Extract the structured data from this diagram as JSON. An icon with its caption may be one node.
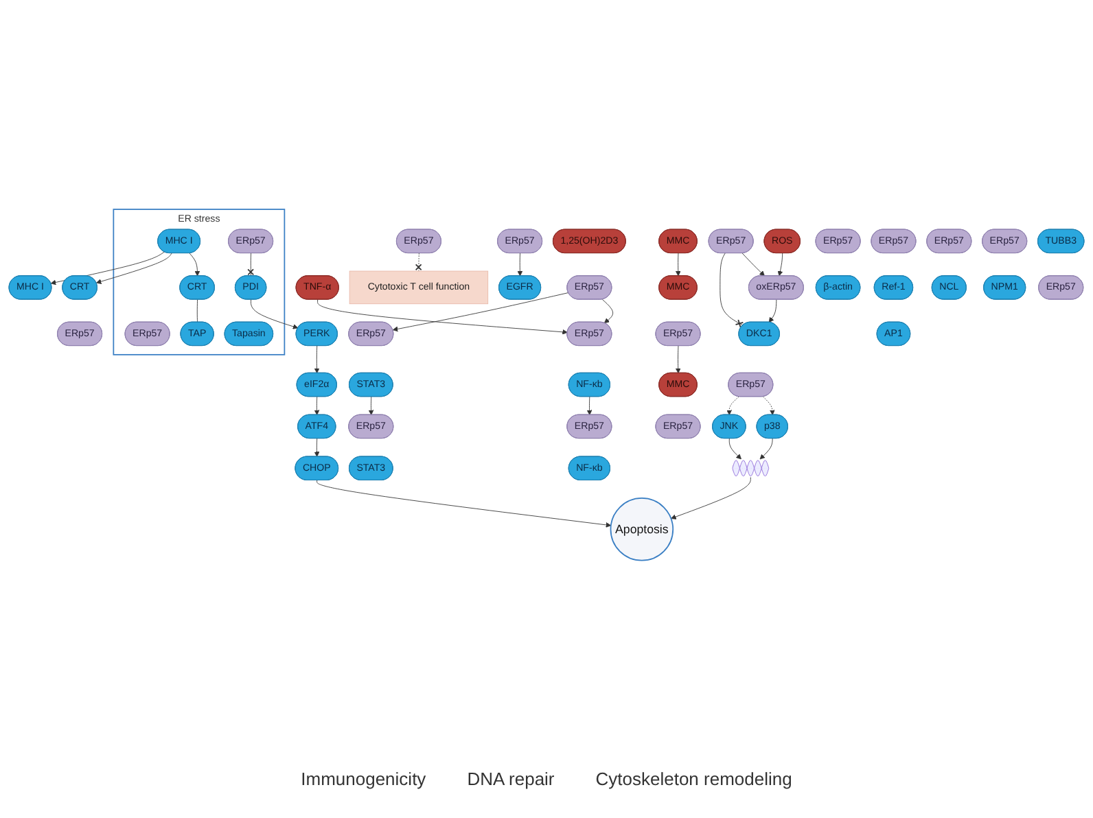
{
  "diagram": {
    "nodes": [
      {
        "text": [
          "ERp57"
        ]
      },
      {
        "text": [
          "Cytotoxic T cell function"
        ]
      },
      {
        "text": [
          "MHC I"
        ]
      },
      {
        "text": [
          "EGFR"
        ]
      },
      {
        "text": [
          "ERp57"
        ]
      },
      {
        "text": [
          "CRT"
        ]
      },
      {
        "text": [
          "ERp57"
        ]
      },
      {
        "text": [
          "ER stress"
        ]
      },
      {
        "text": [
          "MHC I"
        ],
        "in": 7
      },
      {
        "text": [
          "ERp57"
        ],
        "in": 7
      },
      {
        "text": [
          "CRT"
        ],
        "in": 7
      },
      {
        "text": [
          "TAP"
        ],
        "in": 7
      },
      {
        "text": [
          "Tapasin"
        ],
        "in": 7
      },
      {
        "text": [
          "ERp57"
        ],
        "in": 7
      },
      {
        "text": [
          "PDI"
        ],
        "in": 7
      },
      {
        "text": [
          "PERK"
        ]
      },
      {
        "text": [
          "1,25(OH)2D3"
        ]
      },
      {
        "text": [
          "ERp57"
        ]
      },
      {
        "text": [
          "MMC"
        ]
      },
      {
        "text": [
          "TNF-α"
        ]
      },
      {
        "text": [
          "MMC"
        ]
      },
      {
        "text": [
          "ERp57"
        ]
      },
      {
        "text": [
          "ERp57"
        ]
      },
      {
        "text": [
          "ROS"
        ]
      },
      {
        "text": [
          "ERp57"
        ]
      },
      {
        "text": [
          "STAT3"
        ]
      },
      {
        "text": [
          "ERp57"
        ]
      },
      {
        "text": [
          "NF-κb"
        ]
      },
      {
        "text": [
          "eIF2α"
        ]
      },
      {
        "text": [
          "oxERp57"
        ]
      },
      {
        "text": [
          "ATF4"
        ]
      },
      {
        "text": [
          "CHOP"
        ]
      },
      {
        "text": [
          "Apoptosis"
        ]
      },
      {
        "text": [
          "DKC1"
        ]
      },
      {
        "text": [
          "ERp57"
        ]
      },
      {
        "text": [
          "STAT3"
        ]
      },
      {
        "text": [
          "ERp57"
        ]
      },
      {
        "text": [
          "NF-κb"
        ]
      },
      {
        "text": [
          "MMC"
        ]
      },
      {
        "text": [
          "ERp57"
        ]
      },
      {
        "text": [
          "ERp57"
        ]
      },
      {
        "text": [
          "β-actin"
        ]
      },
      {
        "text": [],
        "shape": "picture"
      },
      {
        "text": [
          "ERp57"
        ]
      },
      {
        "text": [
          "JNK"
        ]
      },
      {
        "text": [
          "p38"
        ]
      },
      {
        "text": [
          "ERp57"
        ]
      },
      {
        "text": [
          "Ref-1"
        ]
      },
      {
        "text": [
          "AP1"
        ]
      },
      {
        "text": [
          "ERp57"
        ]
      },
      {
        "text": [
          "NCL"
        ]
      },
      {
        "text": [
          "ERp57"
        ]
      },
      {
        "text": [
          "NPM1"
        ]
      },
      {
        "text": [
          "TUBB3"
        ]
      },
      {
        "text": [
          "ERp57"
        ]
      }
    ],
    "edges": [
      {
        "from": 0,
        "to": 1,
        "arrow": "other",
        "style": "dashed"
      },
      {
        "from": 8,
        "to": 2,
        "arrow": "to"
      },
      {
        "from": 4,
        "to": 3,
        "arrow": "to"
      },
      {
        "from": 8,
        "to": 5,
        "arrow": "to"
      },
      {
        "from": 8,
        "to": 10,
        "arrow": "to"
      },
      {
        "from": 10,
        "to": 11,
        "arrow": "none"
      },
      {
        "from": 13,
        "to": 14,
        "arrow": "other"
      },
      {
        "from": 14,
        "to": 15,
        "arrow": "to"
      },
      {
        "from": 15,
        "to": 28,
        "arrow": "to"
      },
      {
        "from": 28,
        "to": 30,
        "arrow": "to"
      },
      {
        "from": 30,
        "to": 31,
        "arrow": "to"
      },
      {
        "from": 31,
        "to": 32,
        "arrow": "to"
      },
      {
        "from": 42,
        "to": 32,
        "arrow": "to"
      },
      {
        "from": 43,
        "to": 44,
        "arrow": "to",
        "style": "dashed"
      },
      {
        "from": 43,
        "to": 45,
        "arrow": "to",
        "style": "dashed"
      },
      {
        "from": 44,
        "to": 42,
        "arrow": "to"
      },
      {
        "from": 45,
        "to": 42,
        "arrow": "to"
      },
      {
        "from": 17,
        "to": 24,
        "arrow": "to"
      },
      {
        "from": 17,
        "to": 26,
        "arrow": "to"
      },
      {
        "from": 19,
        "to": 26,
        "arrow": "to"
      },
      {
        "from": 18,
        "to": 20,
        "arrow": "to"
      },
      {
        "from": 22,
        "to": 33,
        "arrow": "other"
      },
      {
        "from": 22,
        "to": 29,
        "arrow": "to"
      },
      {
        "from": 23,
        "to": 29,
        "arrow": "to"
      },
      {
        "from": 29,
        "to": 33,
        "arrow": "to"
      },
      {
        "from": 25,
        "to": 34,
        "arrow": "to"
      },
      {
        "from": 27,
        "to": 36,
        "arrow": "to"
      },
      {
        "from": 21,
        "to": 38,
        "arrow": "to"
      }
    ],
    "labels": [
      "Immunogenicity",
      "DNA repair",
      "Cytoskeleton remodeling"
    ]
  }
}
